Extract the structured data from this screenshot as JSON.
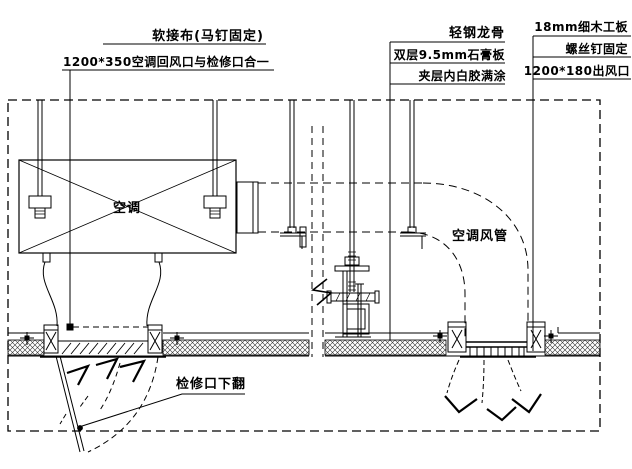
{
  "drawing_type": "HVAC ceiling detail (CAD node drawing)",
  "labels": {
    "soft_cloth": "软接布(马钉固定)",
    "return_opening": "1200*350空调回风口与检修口合一",
    "steel_keel": "轻钢龙骨",
    "gypsum_board": "双层9.5mm石膏板",
    "white_glue": "夹层内白胶满涂",
    "blockboard": "18mm细木工板",
    "screw_fix": "螺丝钉固定",
    "air_outlet": "1200*180出风口",
    "ac_unit": "空调",
    "ac_duct": "空调风管",
    "access_panel": "检修口下翻"
  },
  "colors": {
    "line": "#000000",
    "background": "#ffffff"
  }
}
